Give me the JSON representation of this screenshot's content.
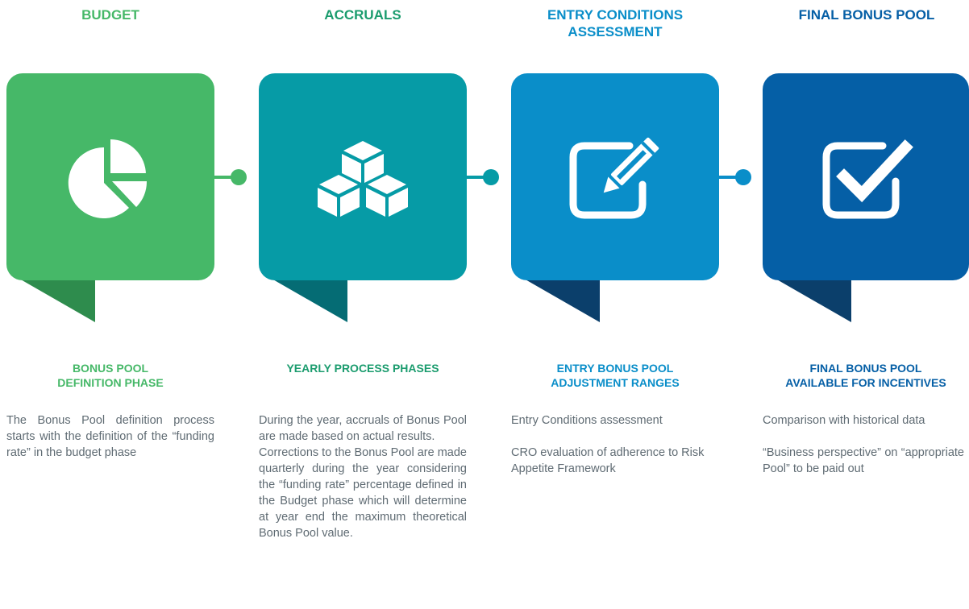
{
  "phases": [
    {
      "title": "BUDGET",
      "icon": "pie-chart-icon",
      "colors": {
        "tile": "#46b868",
        "tail": "#2e8c4d",
        "title": "#46b868"
      },
      "subtitle": "BONUS POOL\nDEFINITION PHASE",
      "description": [
        "The Bonus Pool definition process starts with the definition of the “funding rate” in the budget phase"
      ]
    },
    {
      "title": "ACCRUALS",
      "icon": "cubes-icon",
      "colors": {
        "tile": "#069ba6",
        "tail": "#056c74",
        "title": "#1b9c6e"
      },
      "subtitle": "YEARLY PROCESS PHASES",
      "description": [
        "During the year, accruals of Bonus Pool are made based on actual results.",
        "Corrections to the Bonus Pool are made quarterly during the year considering the “funding rate” percentage defined in the Budget phase which will determine at year end the maximum theoretical Bonus Pool value."
      ]
    },
    {
      "title": "ENTRY CONDITIONS\nASSESSMENT",
      "icon": "edit-pencil-icon",
      "colors": {
        "tile": "#0a8ec9",
        "tail": "#0b3f6b",
        "title": "#0a8ec9"
      },
      "subtitle": "ENTRY BONUS POOL\nADJUSTMENT RANGES",
      "description": [
        "Entry Conditions assessment",
        "CRO evaluation of adherence to Risk Appetite Framework"
      ]
    },
    {
      "title": "FINAL BONUS POOL",
      "icon": "checkbox-check-icon",
      "colors": {
        "tile": "#055fa6",
        "tail": "#0b3f6b",
        "title": "#055fa6"
      },
      "subtitle": "FINAL BONUS POOL\nAVAILABLE FOR INCENTIVES",
      "description": [
        "Comparison with historical data",
        "“Business perspective” on “appropriate Pool” to be paid out"
      ]
    }
  ],
  "connectors": [
    {
      "color": "#46b868"
    },
    {
      "color": "#069ba6"
    },
    {
      "color": "#0a8ec9"
    }
  ]
}
